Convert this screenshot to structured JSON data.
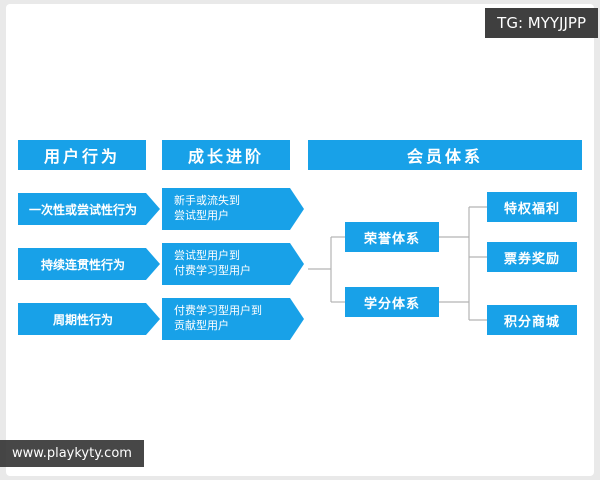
{
  "badges": {
    "tg": "TG: MYYJJPP",
    "watermark": "www.playkyty.com"
  },
  "colors": {
    "accent": "#18a1e8",
    "badge_bg": "#3f3f3f",
    "line": "#b3b3b3"
  },
  "headers": [
    "用户行为",
    "成长进阶",
    "会员体系"
  ],
  "user_behaviors": [
    "一次性或尝试性行为",
    "持续连贯性行为",
    "周期性行为"
  ],
  "growth_stages": [
    {
      "line1": "新手或流失到",
      "line2": "尝试型用户"
    },
    {
      "line1": "尝试型用户到",
      "line2": "付费学习型用户"
    },
    {
      "line1": "付费学习型用户到",
      "line2": "贡献型用户"
    }
  ],
  "membership_systems": [
    "荣誉体系",
    "学分体系"
  ],
  "rewards": [
    "特权福利",
    "票券奖励",
    "积分商城"
  ]
}
